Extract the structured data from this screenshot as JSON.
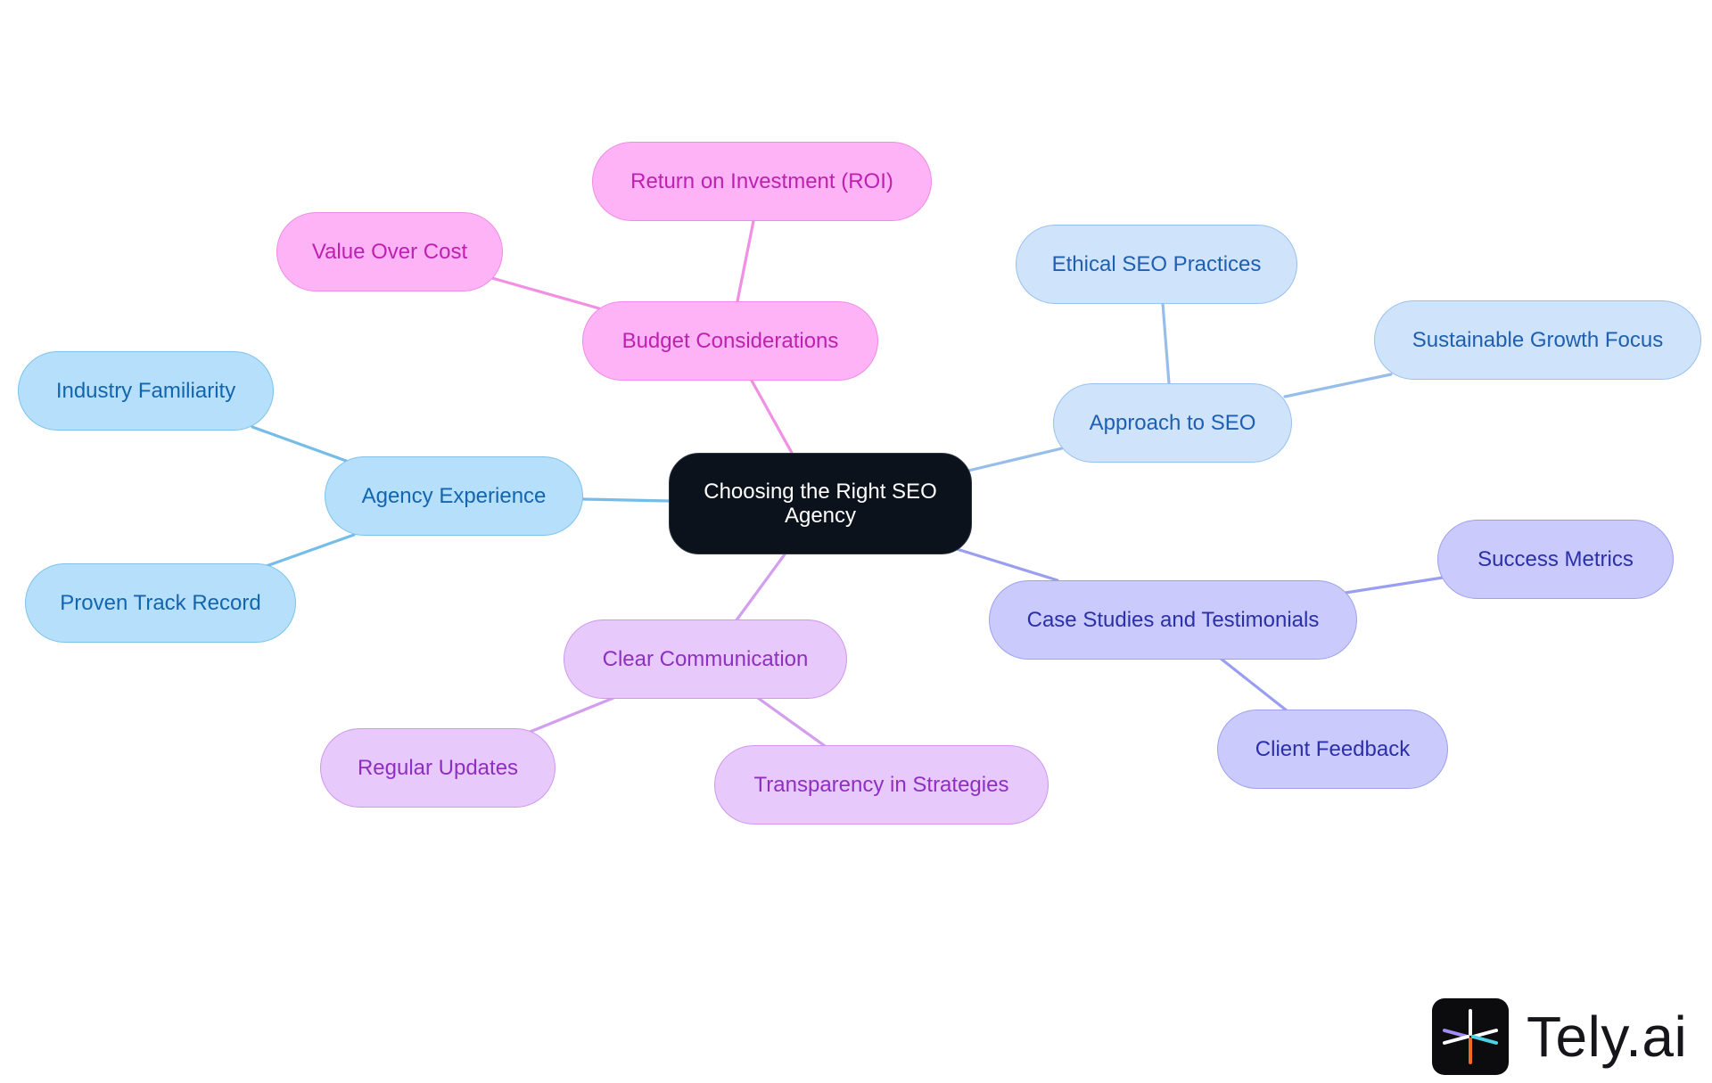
{
  "diagram": {
    "central": {
      "label": "Choosing the Right SEO Agency"
    },
    "branches": [
      {
        "label": "Budget Considerations",
        "color": "#fdb3f5",
        "children": [
          "Return on Investment (ROI)",
          "Value Over Cost"
        ]
      },
      {
        "label": "Approach to SEO",
        "color": "#cfe3fb",
        "children": [
          "Ethical SEO Practices",
          "Sustainable Growth Focus"
        ]
      },
      {
        "label": "Agency Experience",
        "color": "#b5dffb",
        "children": [
          "Industry Familiarity",
          "Proven Track Record"
        ]
      },
      {
        "label": "Case Studies and Testimonials",
        "color": "#cacbfc",
        "children": [
          "Success Metrics",
          "Client Feedback"
        ]
      },
      {
        "label": "Clear Communication",
        "color": "#e8c9fb",
        "children": [
          "Regular Updates",
          "Transparency in Strategies"
        ]
      }
    ]
  },
  "brand": {
    "name": "Tely.ai",
    "logo_icon": "tely-asterisk-icon"
  },
  "colors": {
    "edge_pink": "#f08fe4",
    "edge_sky": "#75bde8",
    "edge_lblue": "#97bdeb",
    "edge_indigo": "#9a9ef0",
    "edge_purple": "#d39df0"
  }
}
